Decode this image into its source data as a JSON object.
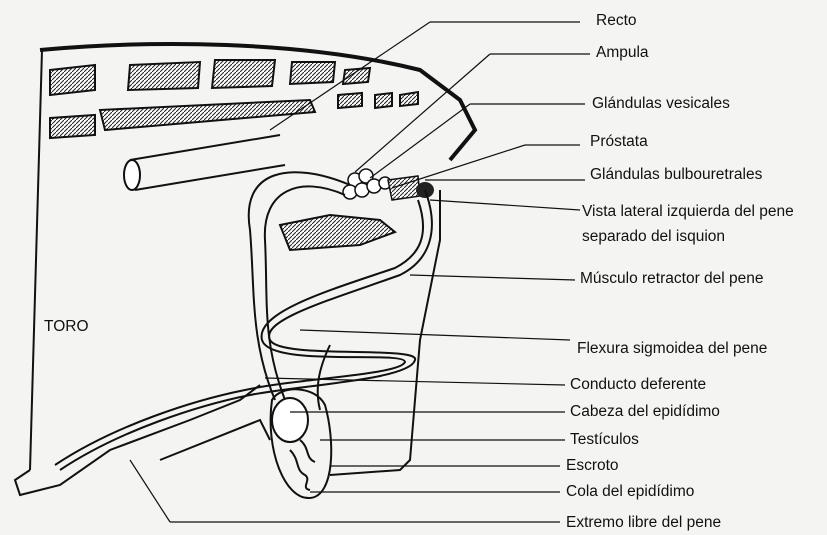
{
  "figure": {
    "animal_label": "TORO",
    "labels": [
      {
        "id": "recto",
        "text": "Recto"
      },
      {
        "id": "ampula",
        "text": "Ampula"
      },
      {
        "id": "glandulas-vesicales",
        "text": "Glándulas vesicales"
      },
      {
        "id": "prostata",
        "text": "Próstata"
      },
      {
        "id": "glandulas-bulbouretrales",
        "text": "Glándulas bulbouretrales"
      },
      {
        "id": "vista-lateral",
        "text": "Vista lateral izquierda del pene separado del isquion"
      },
      {
        "id": "musculo-retractor",
        "text": "Músculo retractor del pene"
      },
      {
        "id": "flexura-sigmoidea",
        "text": "Flexura sigmoidea del pene"
      },
      {
        "id": "conducto-deferente",
        "text": "Conducto deferente"
      },
      {
        "id": "cabeza-epididimo",
        "text": "Cabeza del epidídimo"
      },
      {
        "id": "testiculos",
        "text": "Testículos"
      },
      {
        "id": "escroto",
        "text": "Escroto"
      },
      {
        "id": "cola-epididimo",
        "text": "Cola del epidídimo"
      },
      {
        "id": "extremo-libre",
        "text": "Extremo libre del pene"
      }
    ]
  }
}
